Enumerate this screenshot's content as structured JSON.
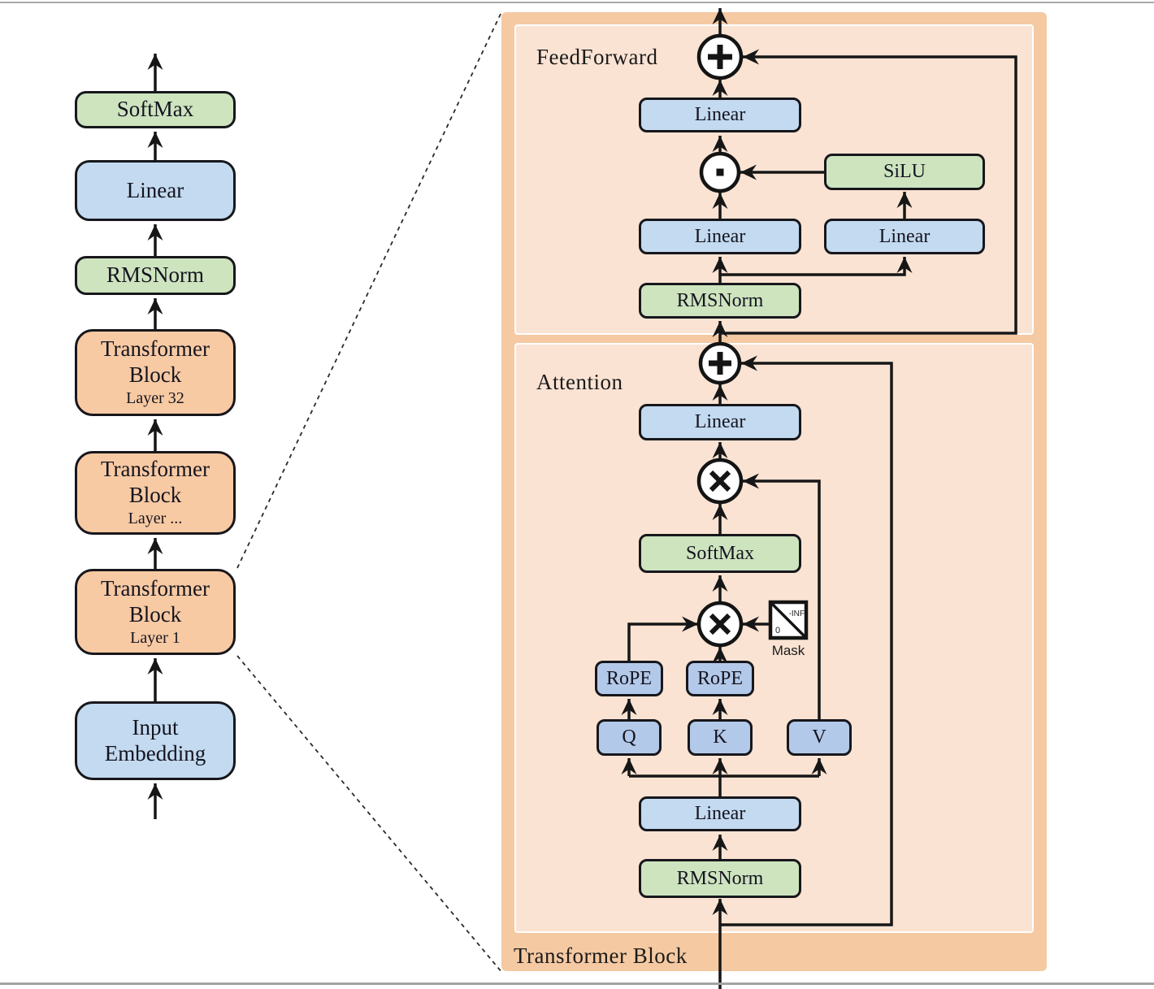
{
  "colors": {
    "panel_outer": "#f5c9a2",
    "panel_inner": "#fae3d3",
    "box_blue": "#c3daf0",
    "box_blue_qkv": "#b3c9e9",
    "box_green": "#cde4bf",
    "box_orange": "#f8caa3",
    "line": "#161616"
  },
  "left_column": {
    "blocks": [
      {
        "lines": [
          "SoftMax"
        ],
        "style": "green"
      },
      {
        "lines": [
          "Linear"
        ],
        "style": "blue"
      },
      {
        "lines": [
          "RMSNorm"
        ],
        "style": "green"
      },
      {
        "lines": [
          "Transformer",
          "Block"
        ],
        "sublabel": "Layer 32",
        "style": "orange"
      },
      {
        "lines": [
          "Transformer",
          "Block"
        ],
        "sublabel": "Layer ...",
        "style": "orange"
      },
      {
        "lines": [
          "Transformer",
          "Block"
        ],
        "sublabel": "Layer 1",
        "style": "orange"
      },
      {
        "lines": [
          "Input",
          "Embedding"
        ],
        "style": "blue"
      }
    ]
  },
  "panel": {
    "label": "Transformer Block",
    "feedforward": {
      "label": "FeedForward",
      "linear_out": "Linear",
      "silu": "SiLU",
      "linear_gate": "Linear",
      "linear_up": "Linear",
      "rmsnorm": "RMSNorm"
    },
    "attention": {
      "label": "Attention",
      "linear_out": "Linear",
      "softmax": "SoftMax",
      "rope_q": "RoPE",
      "rope_k": "RoPE",
      "q": "Q",
      "k": "K",
      "v": "V",
      "linear_qkv": "Linear",
      "rmsnorm": "RMSNorm",
      "mask": {
        "label": "Mask",
        "neg_inf": "-INF",
        "zero": "0"
      }
    },
    "icons": {
      "add": "plus-in-circle",
      "elementwise_product": "dot-in-circle",
      "matmul": "x-in-circle",
      "mask": "triangle-mask-square"
    }
  }
}
